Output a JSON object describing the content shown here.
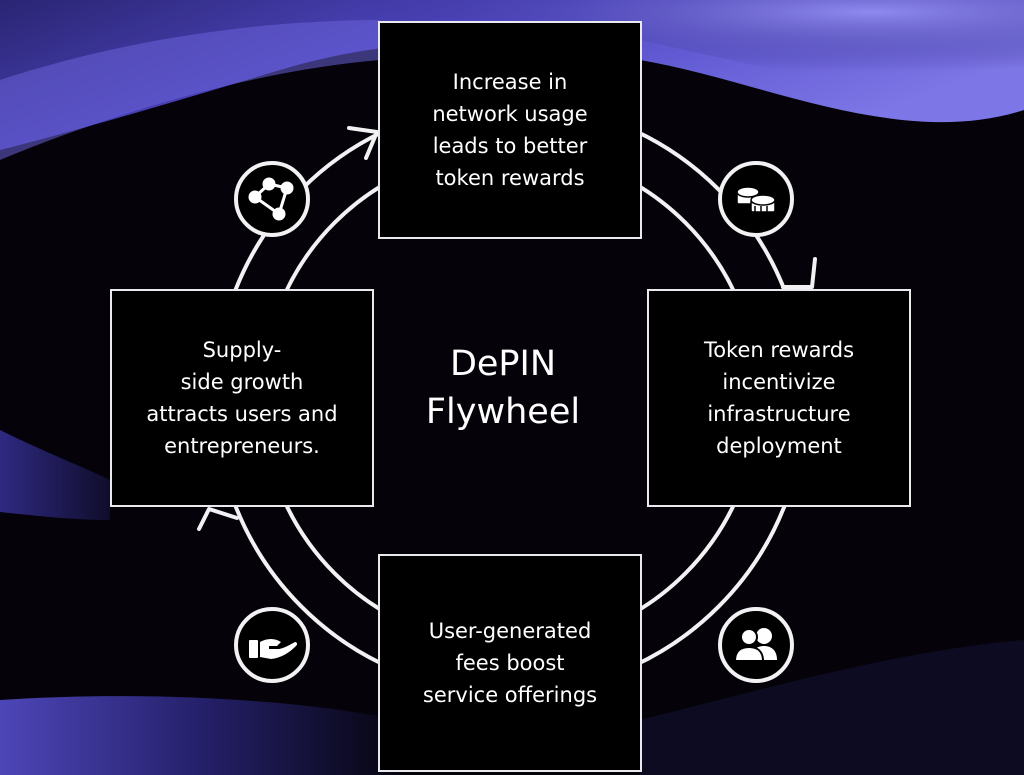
{
  "diagram": {
    "title_lines": [
      "DePIN",
      "Flywheel"
    ],
    "nodes": {
      "top": {
        "lines": [
          "Increase in",
          "network usage",
          "leads to better",
          "token rewards"
        ]
      },
      "right": {
        "lines": [
          "Token rewards",
          "incentivize",
          "infrastructure",
          "deployment"
        ]
      },
      "bottom": {
        "lines": [
          "User-generated",
          "fees boost",
          "service offerings"
        ]
      },
      "left": {
        "lines": [
          "Supply-",
          "side growth",
          "attracts users and",
          "entrepreneurs."
        ]
      }
    },
    "icons": [
      "network-nodes-icon",
      "coins-icon",
      "hand-giving-icon",
      "users-icon"
    ],
    "colors": {
      "background": "#050309",
      "accent": "#5b4fd6",
      "box": "#000000",
      "line": "#ffffff"
    }
  }
}
